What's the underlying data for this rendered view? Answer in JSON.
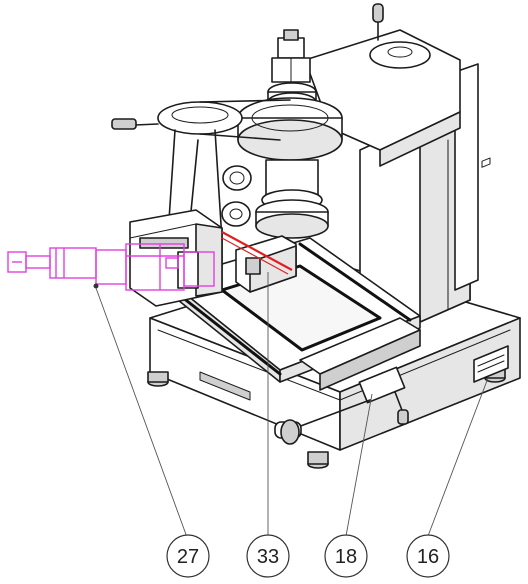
{
  "figure": {
    "colors": {
      "line": "#1c1c1c",
      "highlight_magenta": "#e040e0",
      "highlight_red": "#e02020",
      "callout_stroke": "#333333"
    },
    "callouts": [
      {
        "label": "27",
        "target": "magenta-camera-module"
      },
      {
        "label": "33",
        "target": "red-laser-beam"
      },
      {
        "label": "18",
        "target": "cross-slide-handle"
      },
      {
        "label": "16",
        "target": "base-control-panel"
      }
    ]
  }
}
